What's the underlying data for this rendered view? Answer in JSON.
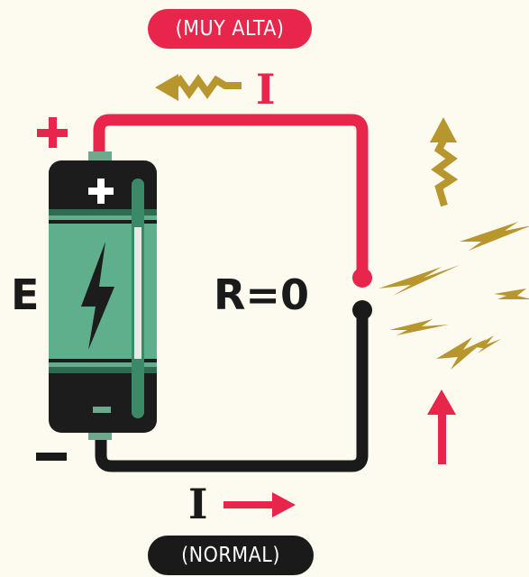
{
  "labels": {
    "top_pill": "(MUY ALTA)",
    "bottom_pill": "(NORMAL)",
    "current_top": "I",
    "current_bottom": "I",
    "emf": "E",
    "resistance": "R=0",
    "plus_sign": "+",
    "minus_sign": "−"
  },
  "colors": {
    "red": "#e8254a",
    "black": "#1a1a1a",
    "battery_green": "#5fae8c",
    "gold": "#b8962e",
    "background": "#fdfbf0"
  },
  "icons": [
    "lightning-bolt-icon",
    "spark-icon",
    "squiggle-arrow-icon",
    "straight-arrow-icon"
  ]
}
